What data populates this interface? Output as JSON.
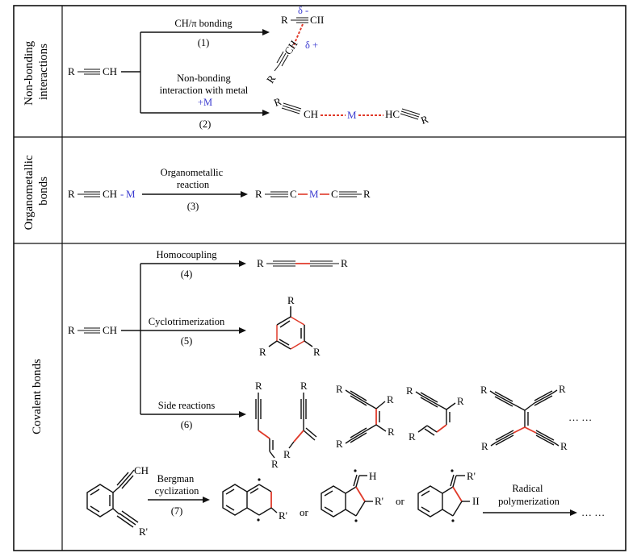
{
  "sections": [
    {
      "label_line1": "Non-bonding",
      "label_line2": "interactions"
    },
    {
      "label_line1": "Organometallic",
      "label_line2": "bonds"
    },
    {
      "label_line1": "Covalent bonds",
      "label_line2": ""
    }
  ],
  "reactions": {
    "r1": {
      "top": "CH/π bonding",
      "number": "(1)"
    },
    "r2": {
      "top_line1": "Non-bonding",
      "top_line2": "interaction with metal",
      "top_line3": "+M",
      "number": "(2)"
    },
    "r3": {
      "top_line1": "Organometallic",
      "top_line2": "reaction",
      "number": "(3)"
    },
    "r4": {
      "top": "Homocoupling",
      "number": "(4)"
    },
    "r5": {
      "top": "Cyclotrimerization",
      "number": "(5)"
    },
    "r6": {
      "top": "Side reactions",
      "number": "(6)"
    },
    "r7": {
      "top_line1": "Bergman",
      "top_line2": "cyclization",
      "number": "(7)"
    },
    "r8": {
      "top_line1": "Radical",
      "top_line2": "polymerization"
    }
  },
  "chem": {
    "R": "R",
    "CH": "CH",
    "CH_upper": "CII",
    "HC": "HC",
    "C": "C",
    "M": "M",
    "H": "H",
    "H_alt": "II",
    "Rprime": "R'",
    "or": "or",
    "dash": "-",
    "delta_minus": "δ -",
    "delta_plus": "δ +",
    "ellipsis": "… …"
  }
}
